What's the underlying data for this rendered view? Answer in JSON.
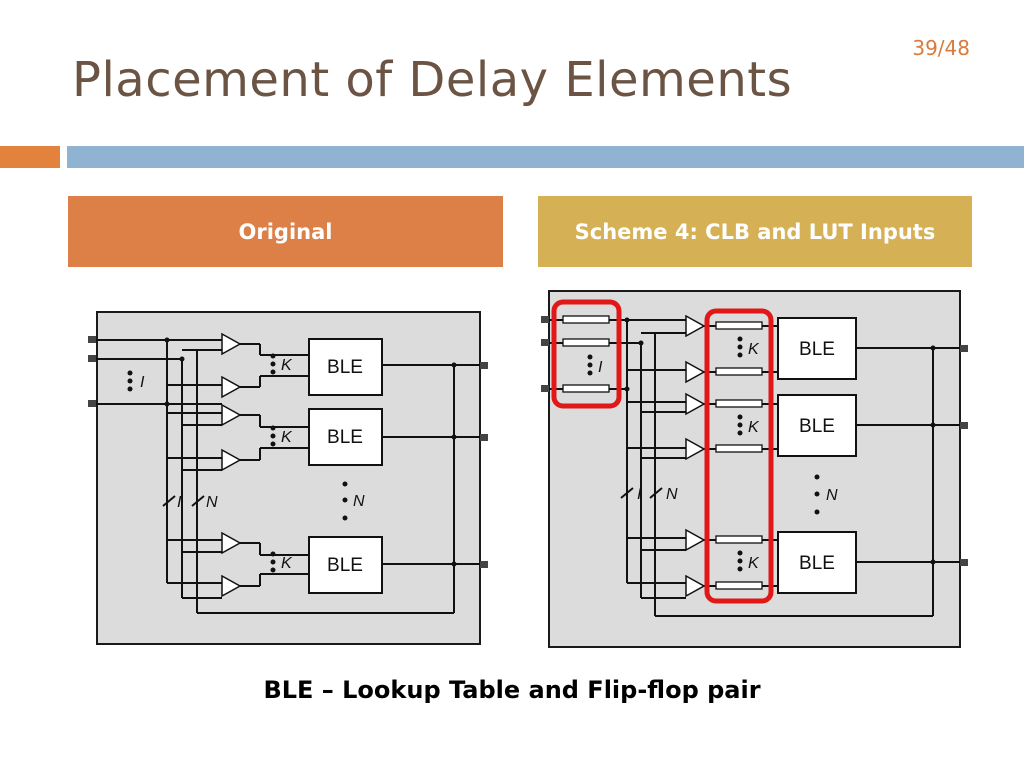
{
  "slide": {
    "title": "Placement of Delay Elements",
    "page_number": "39/48"
  },
  "panels": {
    "left": {
      "header": "Original",
      "ble_labels": [
        "BLE",
        "BLE",
        "BLE"
      ],
      "k_label": "K",
      "i_label": "I",
      "n_label": "N"
    },
    "right": {
      "header": "Scheme 4:  CLB and LUT Inputs",
      "ble_labels": [
        "BLE",
        "BLE",
        "BLE"
      ],
      "k_label": "K",
      "i_label": "I",
      "n_label": "N"
    }
  },
  "caption": "BLE – Lookup Table and Flip-flop pair",
  "colors": {
    "title": "#6b5444",
    "page_number": "#d97b3d",
    "header_left": "#dd8048",
    "header_right": "#d6b055",
    "accent_bar_orange": "#e2823d",
    "accent_bar_blue": "#91b3d2",
    "highlight_red": "#e01818",
    "diagram_background": "#dcdcdc"
  }
}
